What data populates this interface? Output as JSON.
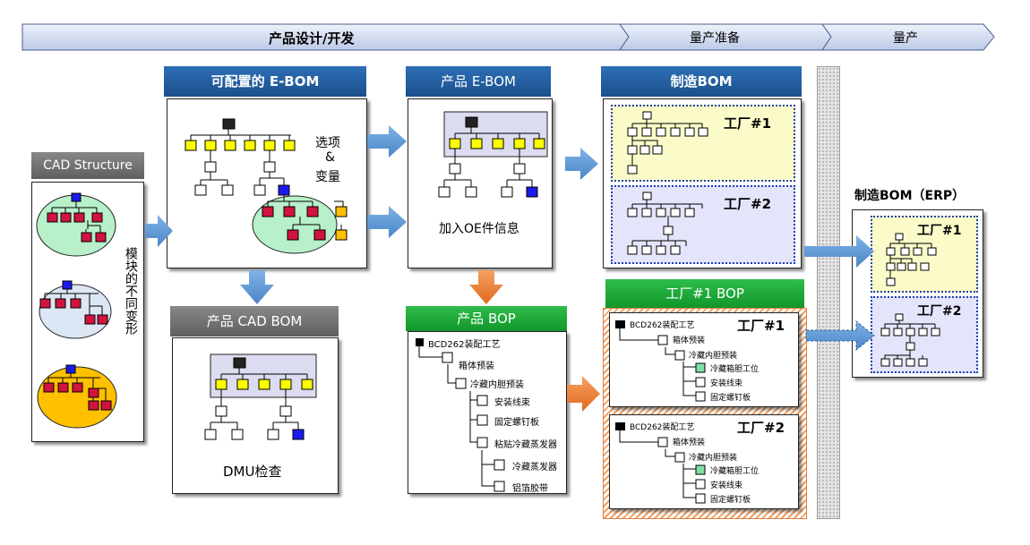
{
  "process": {
    "design": "产品设计/开发",
    "prep": "量产准备",
    "mass": "量产"
  },
  "cad": {
    "title": "CAD Structure",
    "side_text": "模块的不同变形"
  },
  "ebom_cfg": {
    "title": "可配置的 E-BOM",
    "note_1": "选项",
    "note_2": "&",
    "note_3": "变量"
  },
  "ebom": {
    "title": "产品 E-BOM",
    "caption": "加入OE件信息"
  },
  "mbom": {
    "title": "制造BOM",
    "plant1": "工厂#1",
    "plant2": "工厂#2"
  },
  "cadbom": {
    "title": "产品 CAD BOM",
    "caption": "DMU检查"
  },
  "bop": {
    "title": "产品 BOP",
    "root": "BCD262装配工艺",
    "items": [
      "箱体预装",
      "冷藏内胆预装",
      "安装线束",
      "固定螺钉板",
      "粘贴冷藏蒸发器",
      "冷藏蒸发器",
      "铝箔胶带"
    ]
  },
  "bop1": {
    "title": "工厂#1 BOP",
    "card1": {
      "plant": "工厂#1",
      "root": "BCD262装配工艺",
      "items": [
        "箱体预装",
        "冷藏内胆预装",
        "冷藏箱胆工位",
        "安装线束",
        "固定螺钉板"
      ]
    },
    "card2": {
      "plant": "工厂#2",
      "root": "BCD262装配工艺",
      "items": [
        "箱体预装",
        "冷藏内胆预装",
        "冷藏箱胆工位",
        "安装线束",
        "固定螺钉板"
      ]
    }
  },
  "erp": {
    "title": "制造BOM（ERP）",
    "plant1": "工厂#1",
    "plant2": "工厂#2"
  },
  "colors": {
    "blue": "#2e6fb6",
    "green": "#1aa53a",
    "gray": "#6f6f6f",
    "yellow": "#fdfd00",
    "arrow_blue": "#5b9bd5",
    "arrow_orange": "#ed7d31"
  }
}
